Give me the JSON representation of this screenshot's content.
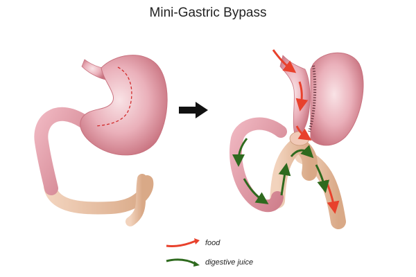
{
  "title": "Mini-Gastric Bypass",
  "colors": {
    "stomach": "#e9a8b3",
    "stomach_dark": "#c8727f",
    "stomach_light": "#f7d8dd",
    "intestine": "#e8c0a4",
    "intestine_dark": "#c99878",
    "food_arrow": "#e8412c",
    "juice_arrow": "#2e6a1e",
    "cut_line": "#d22a2a",
    "staple": "#5a2a33"
  },
  "legend": {
    "food": "food",
    "juice": "digestive juice"
  },
  "icons": {
    "transition": "arrow-right-icon"
  }
}
